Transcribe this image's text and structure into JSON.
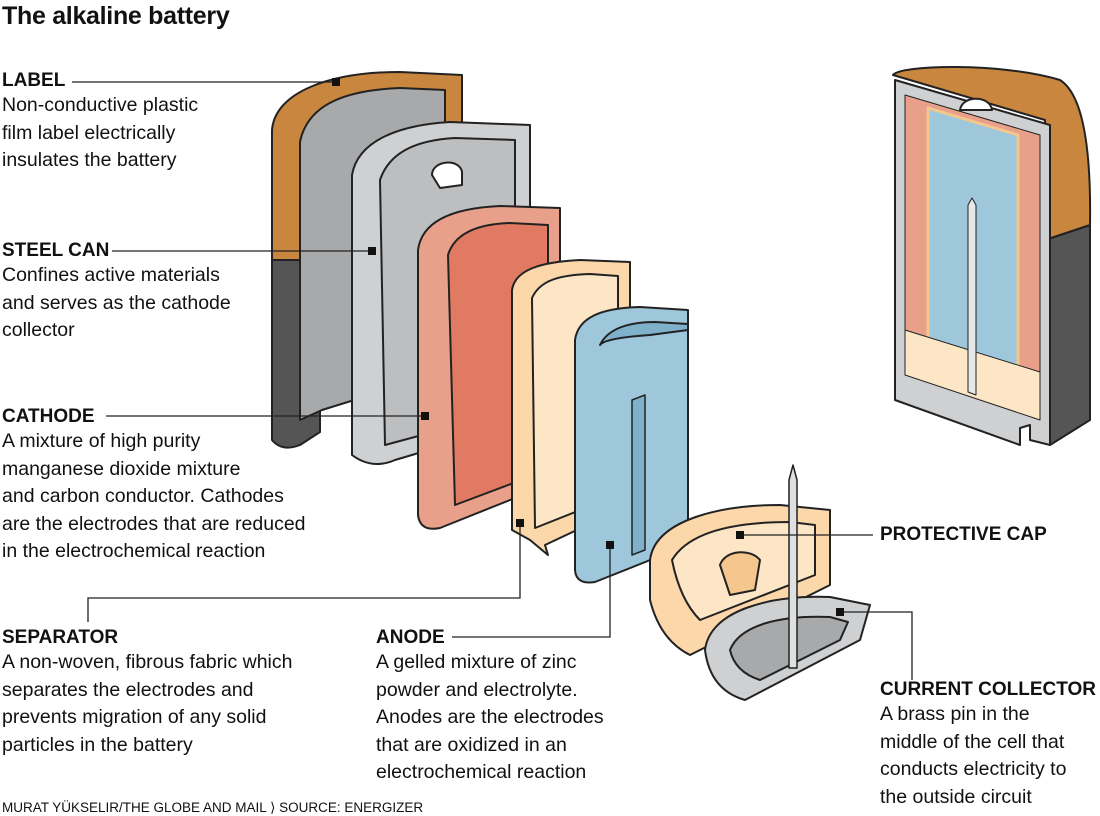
{
  "title": "The alkaline battery",
  "parts": {
    "label": {
      "heading": "LABEL",
      "lines": [
        "Non-conductive plastic",
        "film label electrically",
        "insulates the battery"
      ]
    },
    "steel_can": {
      "heading": "STEEL CAN",
      "lines": [
        "Confines active materials",
        "and serves as the cathode",
        "collector"
      ]
    },
    "cathode": {
      "heading": "CATHODE",
      "lines": [
        "A mixture of high purity",
        "manganese dioxide mixture",
        "and carbon conductor. Cathodes",
        "are the electrodes that are reduced",
        "in the electrochemical reaction"
      ]
    },
    "separator": {
      "heading": "SEPARATOR",
      "lines": [
        "A non-woven, fibrous fabric which",
        "separates the electrodes and",
        "prevents migration of any solid",
        "particles in the battery"
      ]
    },
    "anode": {
      "heading": "ANODE",
      "lines": [
        "A gelled mixture of zinc",
        "powder and electrolyte.",
        "Anodes are the electrodes",
        "that are oxidized in an",
        "electrochemical reaction"
      ]
    },
    "protective_cap": {
      "heading": "PROTECTIVE CAP"
    },
    "current_collector": {
      "heading": "CURRENT COLLECTOR",
      "lines": [
        "A brass pin in the",
        "middle of the cell that",
        "conducts electricity to",
        "the outside circuit"
      ]
    }
  },
  "credit": "MURAT YÜKSELIR/THE GLOBE AND MAIL ⟩ SOURCE: ENERGIZER",
  "colors": {
    "label_brown": "#c8863f",
    "label_dark": "#555555",
    "steel": "#cfd0d2",
    "cathode": "#e8a08a",
    "separator": "#fbd7aa",
    "anode": "#9ec7dc"
  }
}
